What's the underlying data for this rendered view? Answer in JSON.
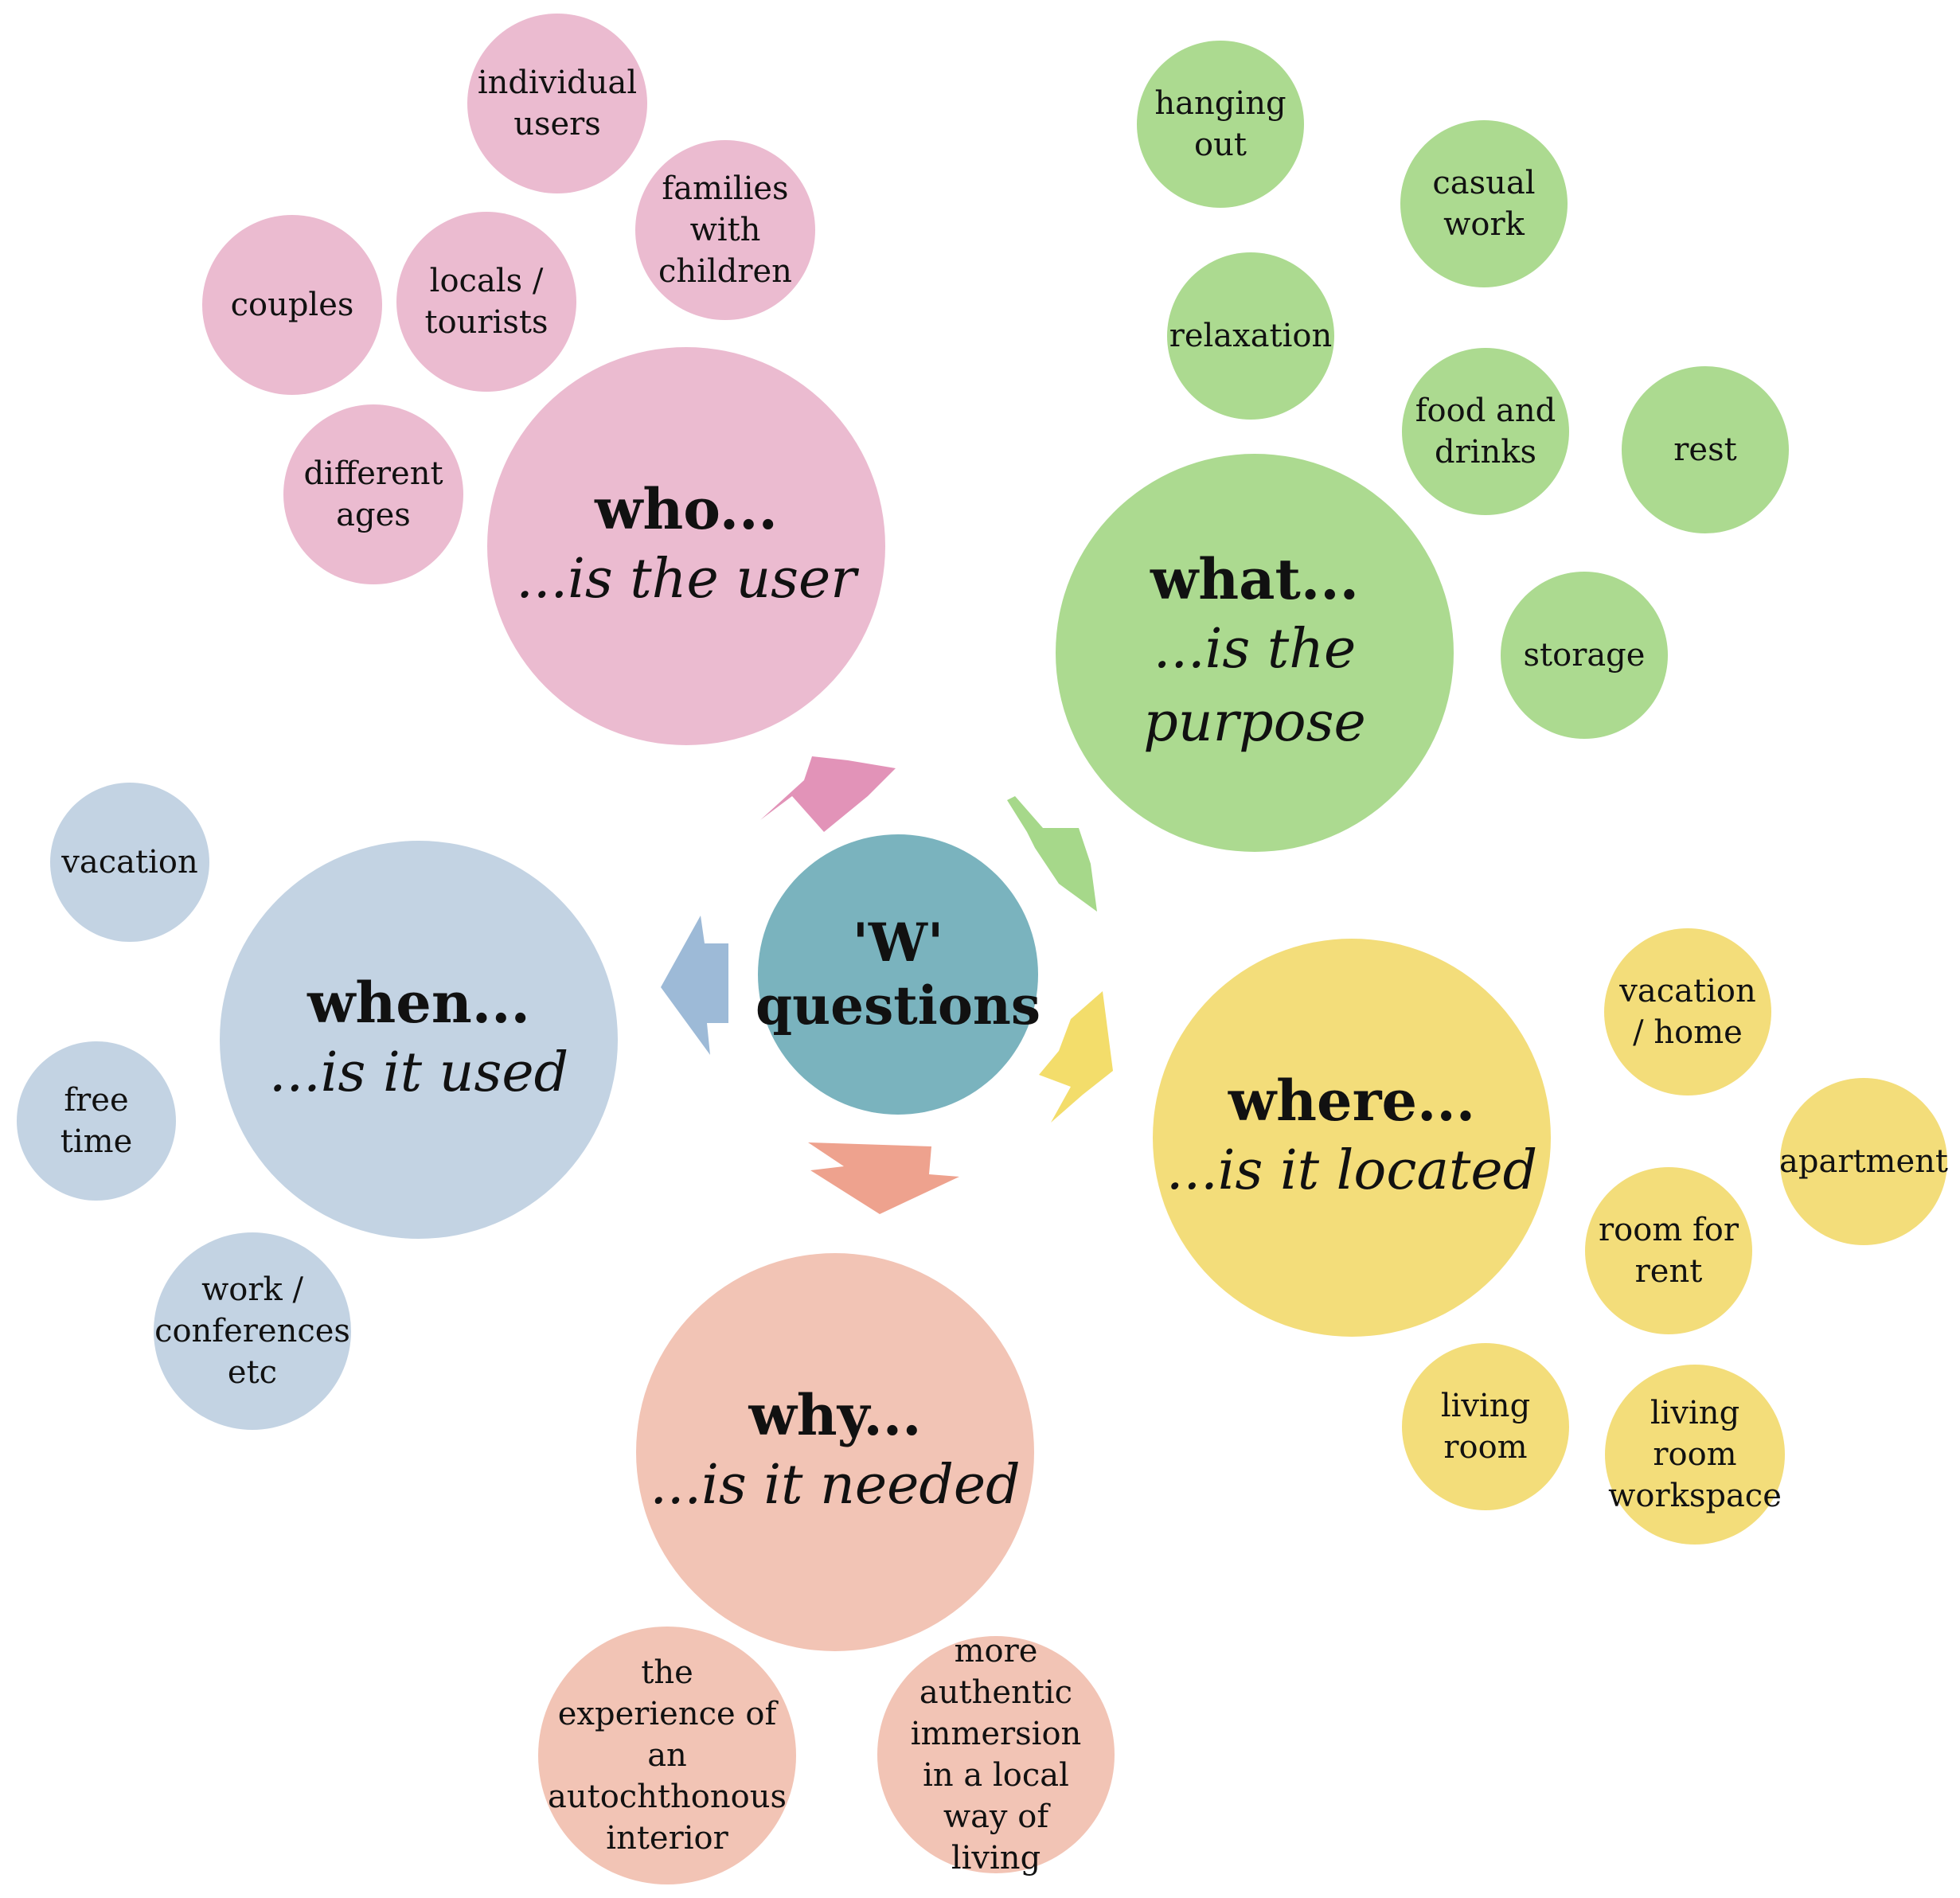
{
  "colors": {
    "who": "#ebbbd0",
    "what": "#acda90",
    "where": "#f3dd7a",
    "why": "#f2c4b5",
    "when": "#c3d3e3",
    "center": "#7ab3be",
    "arrow_who": "#e293b8",
    "arrow_what": "#a6d88a",
    "arrow_where": "#f3dd6b",
    "arrow_why": "#eea28e",
    "arrow_when": "#9dbad7"
  },
  "center": {
    "line1": "'W'",
    "line2": "questions"
  },
  "who": {
    "title": "who...",
    "sub": "...is the user",
    "items": [
      "individual users",
      "families with children",
      "couples",
      "locals / tourists",
      "different ages"
    ]
  },
  "what": {
    "title": "what...",
    "sub1": "...is the",
    "sub2": "purpose",
    "items": [
      "hanging out",
      "casual work",
      "relaxation",
      "food and drinks",
      "rest",
      "storage"
    ]
  },
  "where": {
    "title": "where...",
    "sub": "...is it located",
    "items": [
      "vacation / home",
      "apartment",
      "room for rent",
      "living room",
      "living room workspace"
    ]
  },
  "why": {
    "title": "why...",
    "sub": "...is it needed",
    "items": [
      "the experience of an autochthonous interior",
      "more authentic immersion in a local way of living"
    ]
  },
  "when": {
    "title": "when...",
    "sub": "...is it used",
    "items": [
      "vacation",
      "free time",
      "work / conferences etc"
    ]
  }
}
